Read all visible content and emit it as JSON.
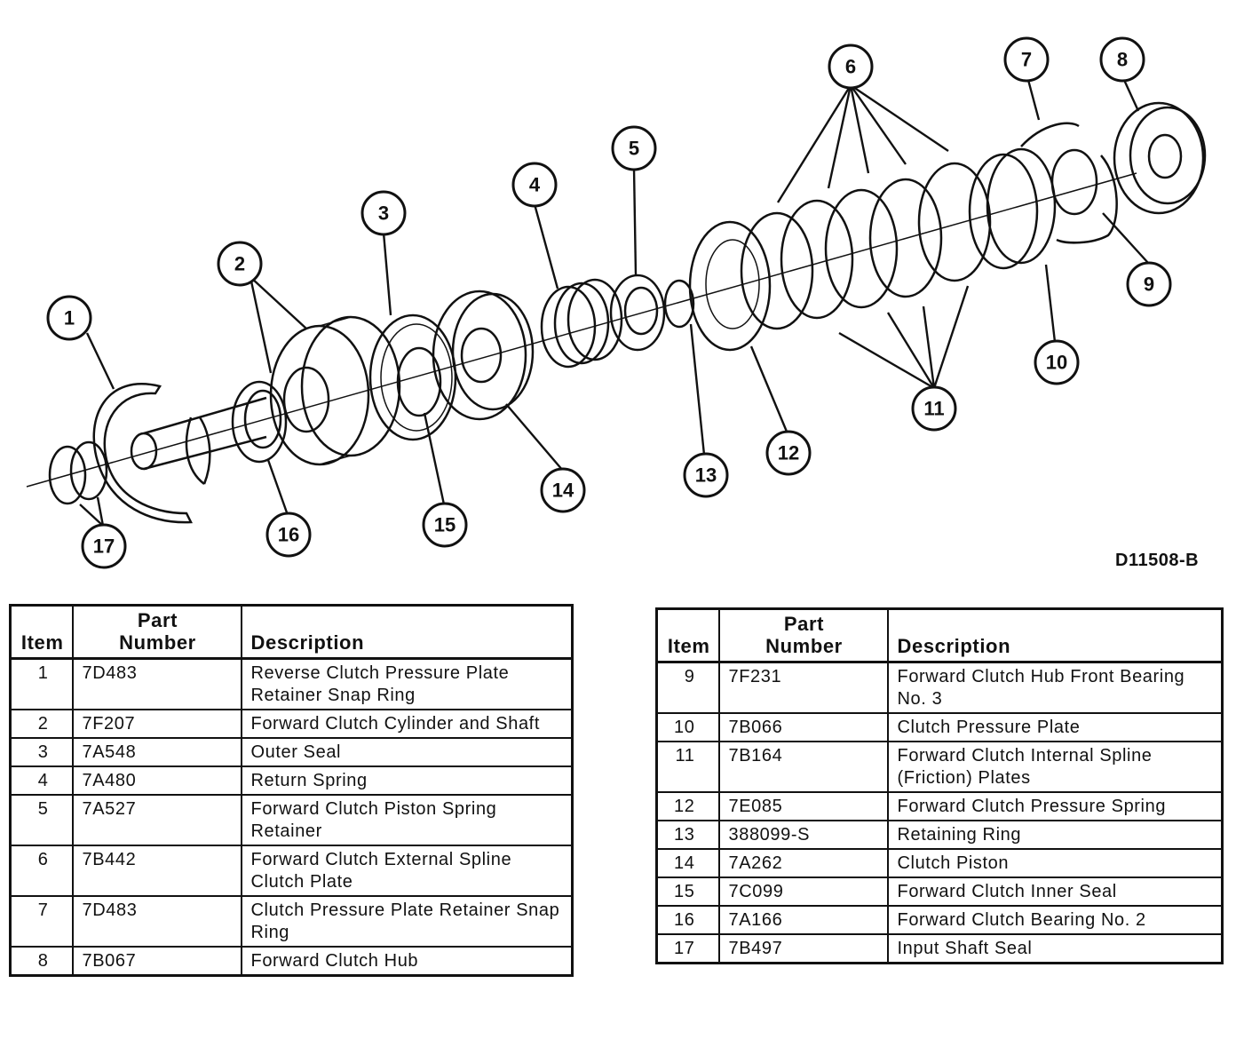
{
  "drawing_id": "D11508-B",
  "callouts": [
    "1",
    "2",
    "3",
    "4",
    "5",
    "6",
    "7",
    "8",
    "9",
    "10",
    "11",
    "12",
    "13",
    "14",
    "15",
    "16",
    "17"
  ],
  "table_headers": {
    "item": "Item",
    "part_number_1": "Part",
    "part_number_2": "Number",
    "description": "Description"
  },
  "table_left": [
    {
      "item": "1",
      "part": "7D483",
      "desc": "Reverse Clutch Pressure Plate Retainer Snap Ring"
    },
    {
      "item": "2",
      "part": "7F207",
      "desc": "Forward Clutch Cylinder and Shaft"
    },
    {
      "item": "3",
      "part": "7A548",
      "desc": "Outer Seal"
    },
    {
      "item": "4",
      "part": "7A480",
      "desc": "Return Spring"
    },
    {
      "item": "5",
      "part": "7A527",
      "desc": "Forward Clutch Piston Spring Retainer"
    },
    {
      "item": "6",
      "part": "7B442",
      "desc": "Forward Clutch External Spline Clutch Plate"
    },
    {
      "item": "7",
      "part": "7D483",
      "desc": "Clutch Pressure Plate Retainer Snap Ring"
    },
    {
      "item": "8",
      "part": "7B067",
      "desc": "Forward Clutch Hub"
    }
  ],
  "table_right": [
    {
      "item": "9",
      "part": "7F231",
      "desc": "Forward Clutch Hub Front Bearing No. 3"
    },
    {
      "item": "10",
      "part": "7B066",
      "desc": "Clutch Pressure Plate"
    },
    {
      "item": "11",
      "part": "7B164",
      "desc": "Forward Clutch Internal Spline (Friction) Plates"
    },
    {
      "item": "12",
      "part": "7E085",
      "desc": "Forward Clutch Pressure Spring"
    },
    {
      "item": "13",
      "part": "388099-S",
      "desc": "Retaining Ring"
    },
    {
      "item": "14",
      "part": "7A262",
      "desc": "Clutch Piston"
    },
    {
      "item": "15",
      "part": "7C099",
      "desc": "Forward Clutch Inner Seal"
    },
    {
      "item": "16",
      "part": "7A166",
      "desc": "Forward Clutch Bearing No. 2"
    },
    {
      "item": "17",
      "part": "7B497",
      "desc": "Input Shaft Seal"
    }
  ]
}
